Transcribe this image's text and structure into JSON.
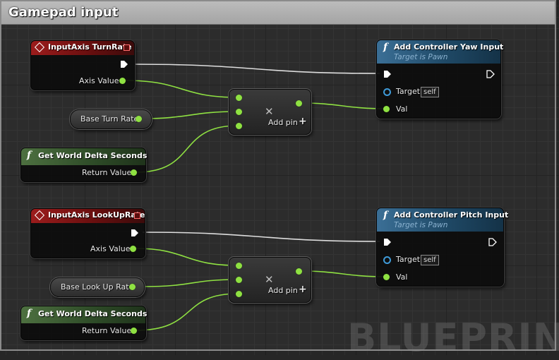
{
  "comment": {
    "title": "Gamepad input"
  },
  "watermark": "BLUEPRINT",
  "colors": {
    "float_pin": "#8fe142",
    "exec_pin": "#ffffff",
    "object_pin": "#3f9bd9",
    "event_header": "#9c1c1c",
    "function_header": "#3b6f96",
    "pure_header": "#4d7040"
  },
  "events": [
    {
      "title": "InputAxis TurnRate",
      "output_label": "Axis Value"
    },
    {
      "title": "InputAxis LookUpRate",
      "output_label": "Axis Value"
    }
  ],
  "variables": [
    {
      "label": "Base Turn Rate"
    },
    {
      "label": "Base Look Up Rate"
    }
  ],
  "pure_functions": [
    {
      "title": "Get World Delta Seconds",
      "output_label": "Return Value"
    },
    {
      "title": "Get World Delta Seconds",
      "output_label": "Return Value"
    }
  ],
  "multiply_nodes": [
    {
      "symbol": "✕",
      "add_pin_label": "Add pin",
      "add_pin_icon": "plus-icon"
    },
    {
      "symbol": "✕",
      "add_pin_label": "Add pin",
      "add_pin_icon": "plus-icon"
    }
  ],
  "functions": [
    {
      "title": "Add Controller Yaw Input",
      "subtitle": "Target is Pawn",
      "target_label": "Target",
      "target_value": "self",
      "val_label": "Val"
    },
    {
      "title": "Add Controller Pitch Input",
      "subtitle": "Target is Pawn",
      "target_label": "Target",
      "target_value": "self",
      "val_label": "Val"
    }
  ]
}
